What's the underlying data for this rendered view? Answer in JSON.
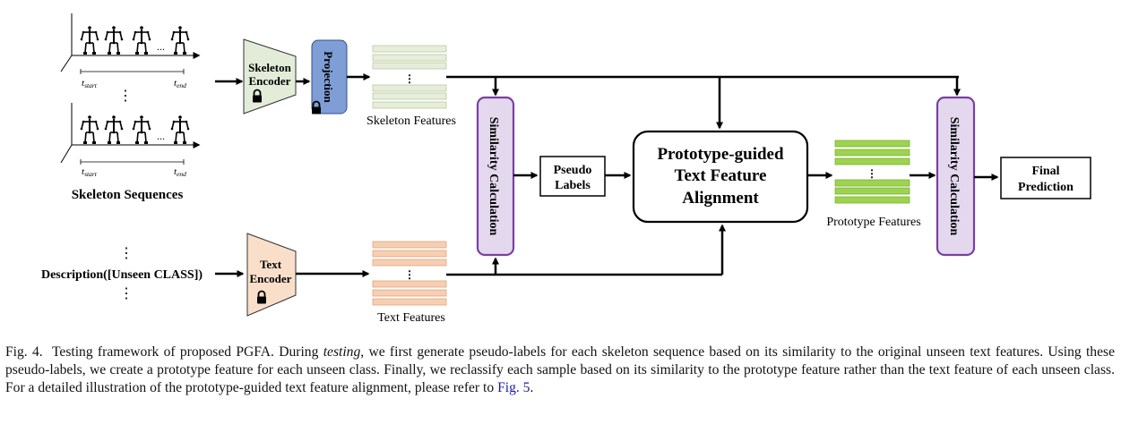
{
  "diagram": {
    "skeleton_sequences_label": "Skeleton Sequences",
    "t_start": "t",
    "t_start_sub": "start",
    "t_end": "t",
    "t_end_sub": "end",
    "ellipsis_h": "...",
    "ellipsis_v": "⋮",
    "skeleton_encoder": [
      "Skeleton",
      "Encoder"
    ],
    "projection": "Projection",
    "skeleton_features_label": "Skeleton Features",
    "similarity_calc_label": "Similarity Calculation",
    "pseudo_labels": [
      "Pseudo",
      "Labels"
    ],
    "pgtfa": [
      "Prototype-guided",
      "Text Feature",
      "Alignment"
    ],
    "prototype_features_label": "Prototype Features",
    "final_prediction": [
      "Final",
      "Prediction"
    ],
    "description_label": "Description([Unseen CLASS])",
    "text_encoder": [
      "Text",
      "Encoder"
    ],
    "text_features_label": "Text Features",
    "colors": {
      "skeleton_encoder_fill": "#e3ecd9",
      "projection_fill": "#7f9ed6",
      "skeleton_feature_fill": "#e6eed9",
      "text_encoder_fill": "#f9dfca",
      "text_feature_fill": "#f6cfb2",
      "prototype_feature_fill": "#9ed34f",
      "similarity_fill": "#e3d8ee",
      "similarity_border": "#7a3fa0"
    }
  },
  "caption": {
    "fig_label": "Fig. 4.",
    "text_before_italic": "Testing framework of proposed PGFA. During ",
    "italic_word": "testing",
    "text_after_italic": ", we first generate pseudo-labels for each skeleton sequence based on its similarity to the original unseen text features. Using these pseudo-labels, we create a prototype feature for each unseen class. Finally, we reclassify each sample based on its similarity to the prototype feature rather than the text feature of each unseen class. For a detailed illustration of the prototype-guided text feature alignment, please refer to ",
    "fig_ref": "Fig. 5",
    "text_end": "."
  }
}
